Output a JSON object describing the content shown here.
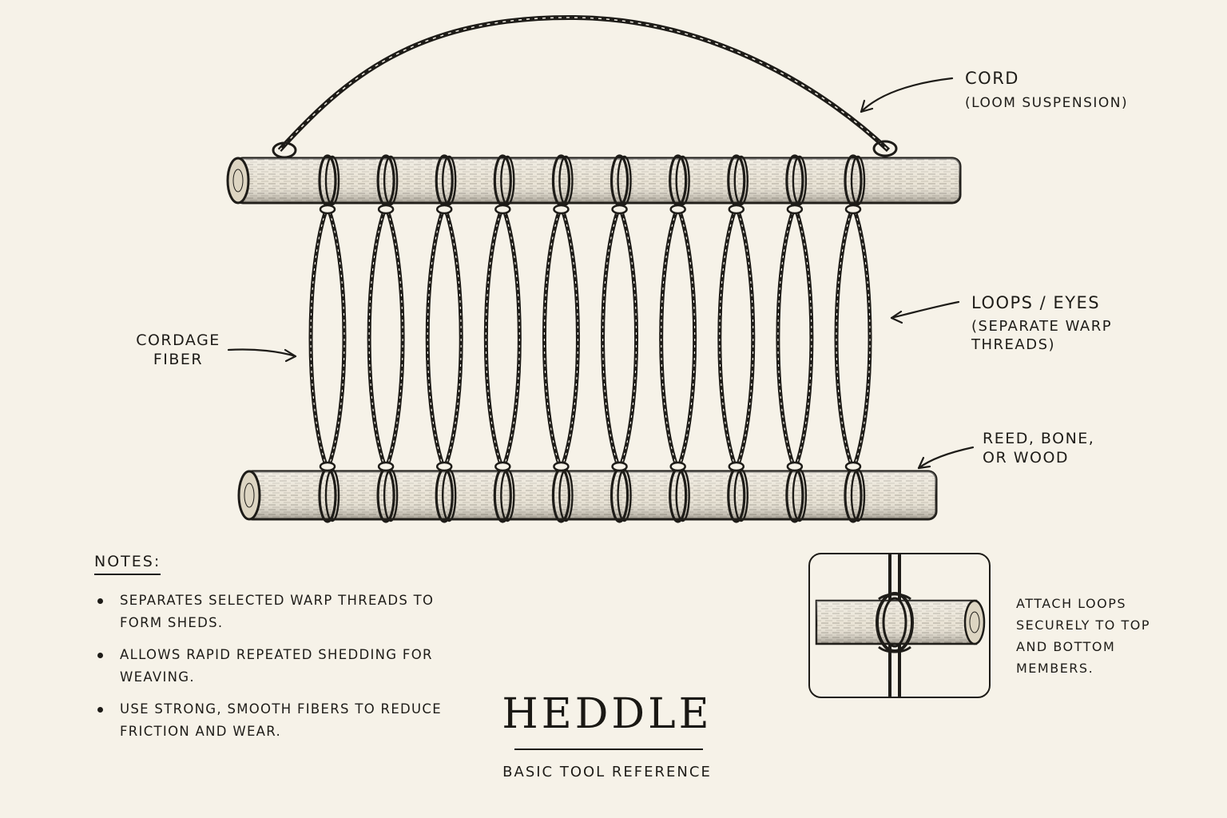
{
  "title": "HEDDLE",
  "subtitle": "BASIC TOOL REFERENCE",
  "labels": {
    "cord": "CORD",
    "cord_sub": "(LOOM SUSPENSION)",
    "loops": "LOOPS / EYES",
    "loops_sub": "(SEPARATE WARP THREADS)",
    "cordage": "CORDAGE FIBER",
    "reed": "REED, BONE, OR WOOD"
  },
  "notes": {
    "title": "NOTES:",
    "items": [
      "SEPARATES SELECTED WARP THREADS TO FORM SHEDS.",
      "ALLOWS RAPID REPEATED SHEDDING FOR WEAVING.",
      "USE STRONG, SMOOTH FIBERS TO REDUCE FRICTION AND WEAR."
    ]
  },
  "detail": {
    "caption": "ATTACH LOOPS SECURELY TO TOP AND BOTTOM MEMBERS."
  },
  "colors": {
    "paper": "#f6f2e8",
    "ink": "#1e1c18",
    "wood": "#e9e3d5"
  },
  "illustration": {
    "loop_count": 10
  }
}
